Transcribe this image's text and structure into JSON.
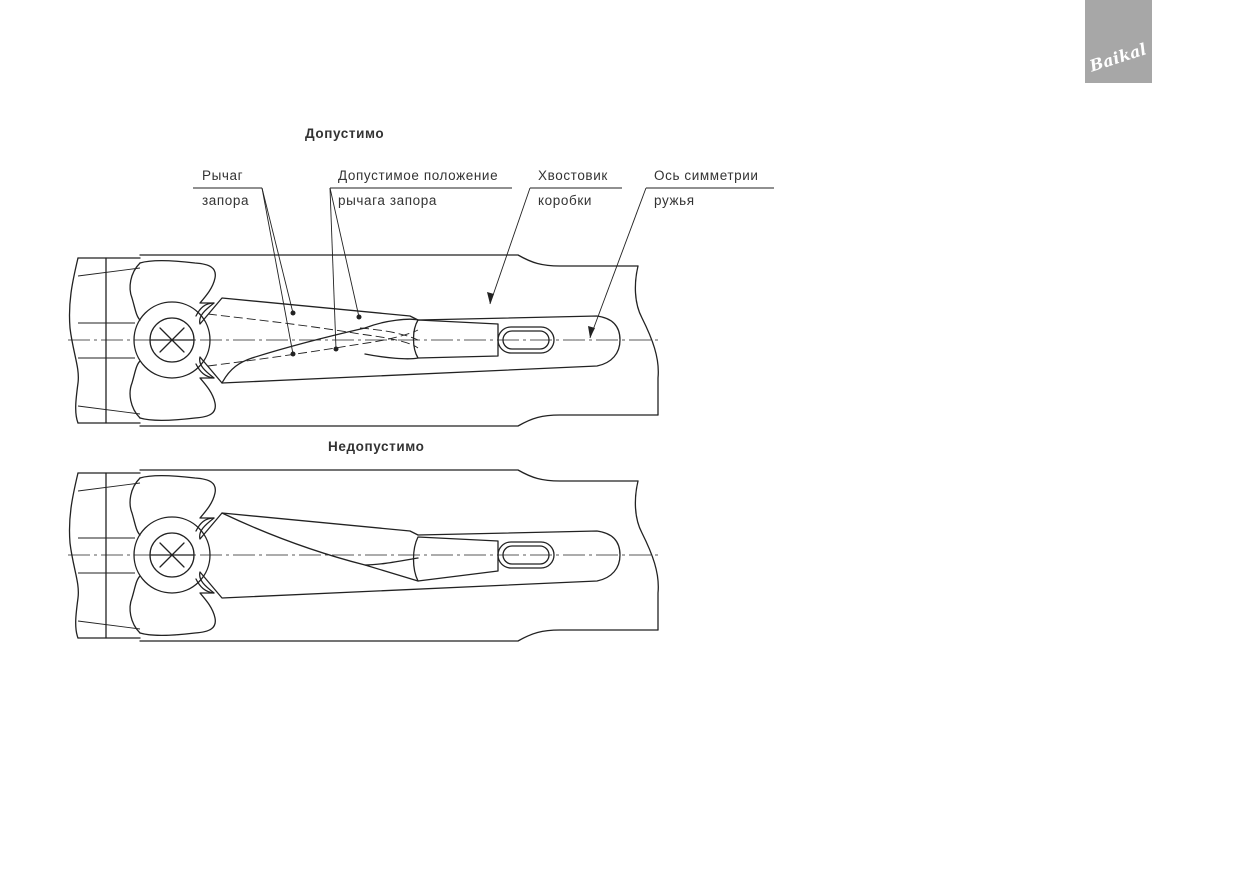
{
  "logo": {
    "text": "Baikal"
  },
  "headings": {
    "allowed": "Допустимо",
    "not_allowed": "Недопустимо"
  },
  "labels": {
    "lever_line1": "Рычаг",
    "lever_line2": "запора",
    "allowed_position_line1": "Допустимое положение",
    "allowed_position_line2": "рычага запора",
    "tang_line1": "Хвостовик",
    "tang_line2": "коробки",
    "axis_line1": "Ось симметрии",
    "axis_line2": "ружья"
  }
}
